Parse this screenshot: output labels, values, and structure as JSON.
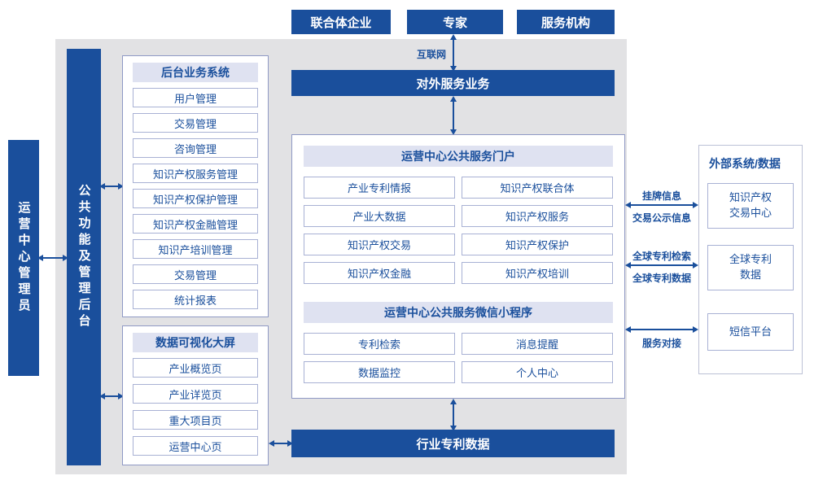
{
  "colors": {
    "primary": "#1a4f9c",
    "panel-bg": "#e2e2e4",
    "header-bg": "#dfe2f1",
    "item-border": "#a8b1d4",
    "box-border": "#8f99c5",
    "outer-border": "#bcc1d6"
  },
  "top_nodes": [
    "联合体企业",
    "专家",
    "服务机构"
  ],
  "labels": {
    "internet": "互联网",
    "external_service": "对外服务业务",
    "admin": "运营中心管理员",
    "backend": "公共功能及管理后台",
    "industry_patent": "行业专利数据"
  },
  "backend_system": {
    "title": "后台业务系统",
    "items": [
      "用户管理",
      "交易管理",
      "咨询管理",
      "知识产权服务管理",
      "知识产权保护管理",
      "知识产权金融管理",
      "知识产培训管理",
      "交易管理",
      "统计报表"
    ]
  },
  "data_screen": {
    "title": "数据可视化大屏",
    "items": [
      "产业概览页",
      "产业详览页",
      "重大项目页",
      "运营中心页"
    ]
  },
  "portal": {
    "title": "运营中心公共服务门户",
    "items": [
      "产业专利情报",
      "知识产权联合体",
      "产业大数据",
      "知识产权服务",
      "知识产权交易",
      "知识产权保护",
      "知识产权金融",
      "知识产权培训"
    ]
  },
  "miniprogram": {
    "title": "运营中心公共服务微信小程序",
    "items": [
      "专利检索",
      "消息提醒",
      "数据监控",
      "个人中心"
    ]
  },
  "external": {
    "title": "外部系统/数据",
    "items": [
      "知识产权\n交易中心",
      "全球专利\n数据",
      "短信平台"
    ]
  },
  "link_labels": {
    "listing_info": "挂牌信息",
    "transaction_publicity": "交易公示信息",
    "global_patent_search": "全球专利检索",
    "global_patent_data": "全球专利数据",
    "service_connect": "服务对接"
  }
}
